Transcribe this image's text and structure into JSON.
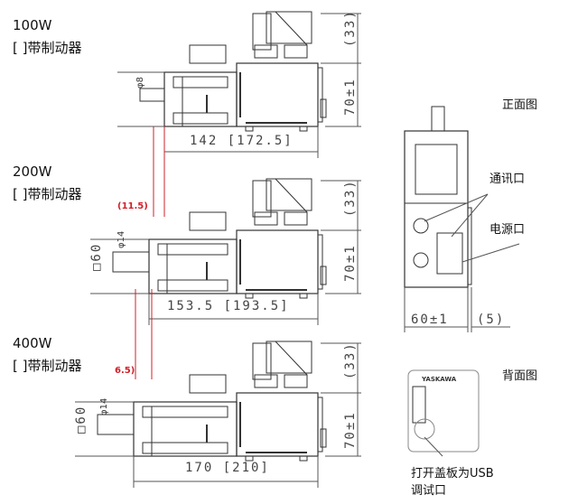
{
  "models": [
    {
      "power": "100W",
      "brake_note": "[ ]带制动器",
      "shaft_dia": "φ8",
      "length_dim": "142 [172.5]",
      "top_dim": "(33)",
      "height_dim": "70±1"
    },
    {
      "power": "200W",
      "brake_note": "[ ]带制动器",
      "shaft_dia": "φ14",
      "flange": "□60",
      "length_dim": "153.5 [193.5]",
      "top_dim": "(33)",
      "height_dim": "70±1",
      "offset_note": "(11.5)"
    },
    {
      "power": "400W",
      "brake_note": "[ ]带制动器",
      "shaft_dia": "φ14",
      "flange": "□60",
      "length_dim": "170 [210]",
      "top_dim": "(33)",
      "height_dim": "70±1",
      "offset_note": "6.5)"
    }
  ],
  "front_view": {
    "title": "正面图",
    "comm_port": "通讯口",
    "power_port": "电源口",
    "width_dim": "60±1",
    "side_dim": "(5)"
  },
  "back_view": {
    "title": "背面图",
    "brand": "YASKAWA",
    "note_line1": "打开盖板为USB",
    "note_line2": "调试口"
  },
  "colors": {
    "line": "#333333",
    "dim": "#555555",
    "accent": "#d0202a"
  }
}
